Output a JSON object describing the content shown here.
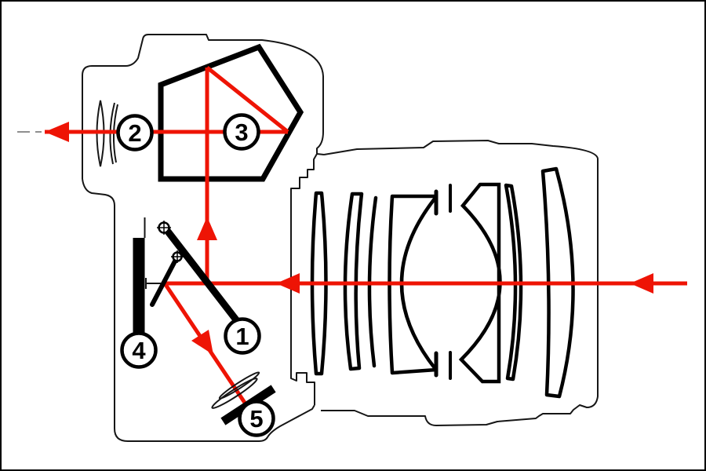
{
  "diagram": {
    "ray_color": "#ee1405",
    "outline_color": "#000000",
    "dash_color": "#8f8f8f",
    "components": [
      {
        "id": "1",
        "name": "reflex-mirror"
      },
      {
        "id": "2",
        "name": "eyepiece"
      },
      {
        "id": "3",
        "name": "pentaprism"
      },
      {
        "id": "4",
        "name": "sensor-shutter"
      },
      {
        "id": "5",
        "name": "autofocus-sensor"
      }
    ]
  }
}
